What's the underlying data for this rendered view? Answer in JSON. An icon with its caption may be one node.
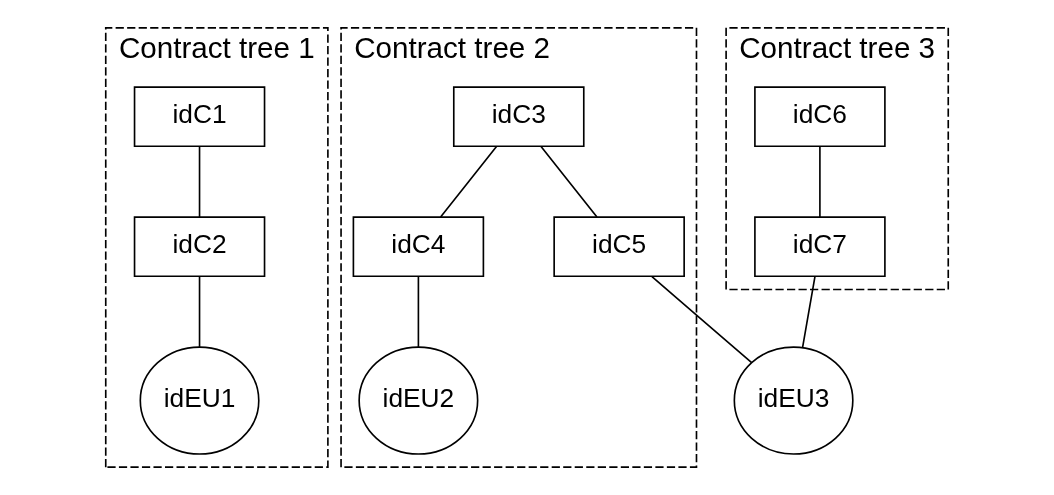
{
  "diagram": {
    "nodes": [
      {
        "text": [
          "Contract tree 1"
        ]
      },
      {
        "text": [
          "idC1"
        ],
        "in": 0
      },
      {
        "text": [
          "idC2"
        ],
        "in": 0
      },
      {
        "text": [
          "idEU1"
        ],
        "in": 0
      },
      {
        "text": [
          "Contract tree 2"
        ]
      },
      {
        "text": [
          "idC3"
        ],
        "in": 4
      },
      {
        "text": [
          "idC4"
        ],
        "in": 4
      },
      {
        "text": [
          "idC5"
        ],
        "in": 4
      },
      {
        "text": [
          "idEU2"
        ],
        "in": 4
      },
      {
        "text": [
          "idEU3"
        ]
      },
      {
        "text": [
          "Contract tree 3"
        ]
      },
      {
        "text": [
          "idC6"
        ],
        "in": 10
      },
      {
        "text": [
          "idC7"
        ],
        "in": 10
      }
    ],
    "edges": [
      {
        "from": 1,
        "to": 2,
        "arrow": "none"
      },
      {
        "from": 2,
        "to": 3,
        "arrow": "none"
      },
      {
        "from": 5,
        "to": 6,
        "arrow": "none"
      },
      {
        "from": 5,
        "to": 7,
        "arrow": "none"
      },
      {
        "from": 6,
        "to": 8,
        "arrow": "none"
      },
      {
        "from": 7,
        "to": 9,
        "arrow": "none"
      },
      {
        "from": 11,
        "to": 12,
        "arrow": "none"
      },
      {
        "from": 12,
        "to": 9,
        "arrow": "none"
      }
    ]
  }
}
